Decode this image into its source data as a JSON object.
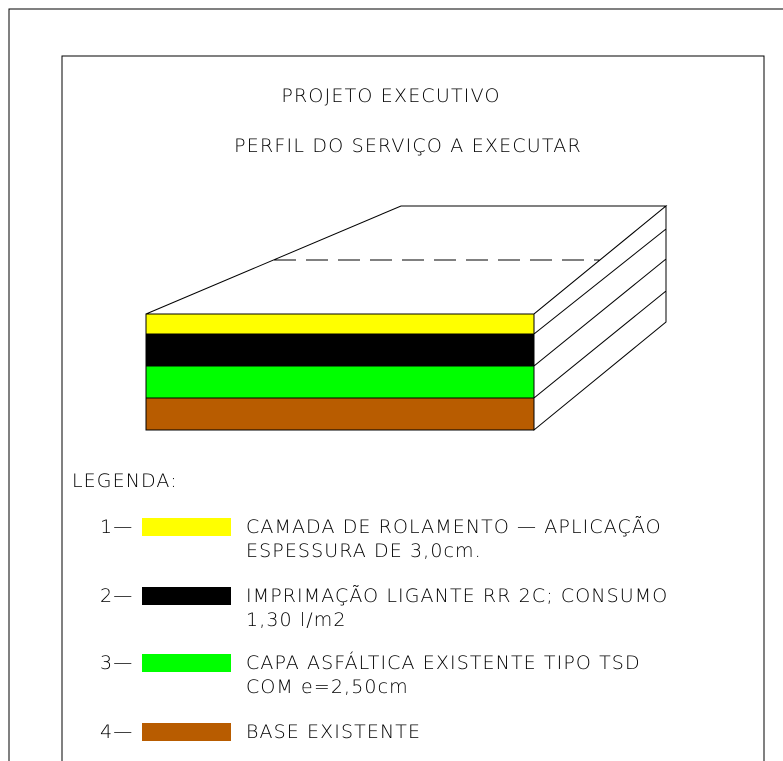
{
  "titles": {
    "line1": "PROJETO EXECUTIVO",
    "line2": "PERFIL DO SERVIÇO A EXECUTAR"
  },
  "legend": {
    "heading": "LEGENDA:",
    "items": [
      {
        "number": "1—",
        "color": "#ffff00",
        "lines": [
          "CAMADA DE ROLAMENTO — APLICAÇÃO",
          "ESPESSURA DE 3,0cm."
        ]
      },
      {
        "number": "2—",
        "color": "#000000",
        "lines": [
          "IMPRIMAÇÃO LIGANTE RR 2C; CONSUMO",
          "1,30 l/m2"
        ]
      },
      {
        "number": "3—",
        "color": "#00ff00",
        "lines": [
          "CAPA ASFÁLTICA EXISTENTE TIPO TSD",
          "COM e=2,50cm"
        ]
      },
      {
        "number": "4—",
        "color": "#b85c00",
        "lines": [
          "BASE EXISTENTE"
        ]
      }
    ]
  },
  "layers": [
    {
      "name": "camada-de-rolamento",
      "color": "#ffff00"
    },
    {
      "name": "imprimacao-ligante",
      "color": "#000000"
    },
    {
      "name": "capa-asfaltica",
      "color": "#00ff00"
    },
    {
      "name": "base-existente",
      "color": "#b85c00"
    }
  ]
}
